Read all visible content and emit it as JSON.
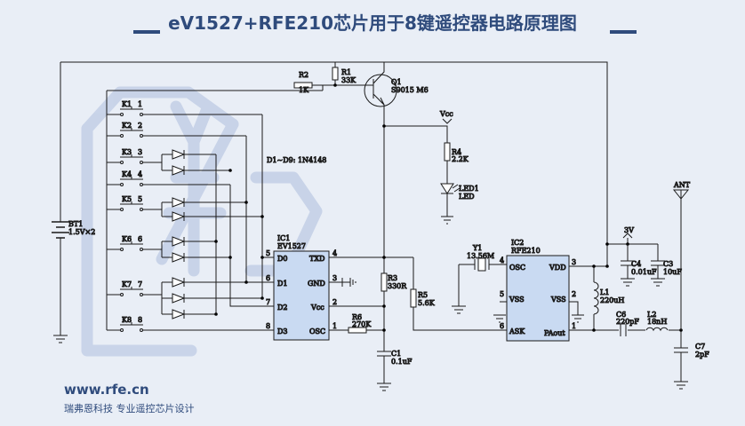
{
  "header": {
    "title": "eV1527+RFE210芯片用于8键遥控器电路原理图"
  },
  "footer": {
    "website": "www.rfe.cn",
    "slogan": "瑞弗恩科技   专业遥控芯片设计"
  },
  "colors": {
    "title": "#2f4b7c",
    "background": "#e9eef6",
    "wire": "#1a1a1a",
    "ic_fill": "#c9daf2",
    "logo": "#c3cfe6"
  },
  "keys": [
    {
      "ref": "K1",
      "pin": "1"
    },
    {
      "ref": "K2",
      "pin": "2"
    },
    {
      "ref": "K3",
      "pin": "3"
    },
    {
      "ref": "K4",
      "pin": "4"
    },
    {
      "ref": "K5",
      "pin": "5"
    },
    {
      "ref": "K6",
      "pin": "6"
    },
    {
      "ref": "K7",
      "pin": "7"
    },
    {
      "ref": "K8",
      "pin": "8"
    }
  ],
  "parts": {
    "r2": {
      "ref": "R2",
      "value": "1K"
    },
    "r1": {
      "ref": "R1",
      "value": "33K"
    },
    "q1": {
      "ref": "Q1",
      "value": "S9015 M6"
    },
    "vcc": "Vcc",
    "r4": {
      "ref": "R4",
      "value": "2.2K"
    },
    "led1": {
      "ref": "LED1",
      "value": "LED"
    },
    "diodes": "D1~D9:  1N4148",
    "bt1": {
      "ref": "BT1",
      "value": "1.5V×2"
    },
    "r3": {
      "ref": "R3",
      "value": "330R"
    },
    "r5": {
      "ref": "R5",
      "value": "5.6K"
    },
    "r6": {
      "ref": "R6",
      "value": "270K"
    },
    "c1": {
      "ref": "C1",
      "value": "0.1uF"
    },
    "y1": {
      "ref": "Y1",
      "value": "13.56M"
    },
    "c4": {
      "ref": "C4",
      "value": "0.01uF"
    },
    "c3": {
      "ref": "C3",
      "value": "10uF"
    },
    "v3": "3V",
    "l1": {
      "ref": "L1",
      "value": "220uH"
    },
    "c6": {
      "ref": "C6",
      "value": "220pF"
    },
    "l2": {
      "ref": "L2",
      "value": "18nH"
    },
    "c7": {
      "ref": "C7",
      "value": "2pF"
    },
    "ant": "ANT"
  },
  "ic1": {
    "ref": "IC1",
    "name": "EV1527",
    "left_pins": [
      {
        "num": "5",
        "name": "D0"
      },
      {
        "num": "6",
        "name": "D1"
      },
      {
        "num": "7",
        "name": "D2"
      },
      {
        "num": "8",
        "name": "D3"
      }
    ],
    "right_pins": [
      {
        "num": "4",
        "name": "TXD"
      },
      {
        "num": "3",
        "name": "GND"
      },
      {
        "num": "2",
        "name": "Vcc"
      },
      {
        "num": "1",
        "name": "OSC"
      }
    ]
  },
  "ic2": {
    "ref": "IC2",
    "name": "RFE210",
    "left_pins": [
      {
        "num": "4",
        "name": "OSC"
      },
      {
        "num": "5",
        "name": "VSS"
      },
      {
        "num": "6",
        "name": "ASK"
      }
    ],
    "right_pins": [
      {
        "num": "3",
        "name": "VDD"
      },
      {
        "num": "2",
        "name": "VSS"
      },
      {
        "num": "1",
        "name": "PAout"
      }
    ]
  }
}
